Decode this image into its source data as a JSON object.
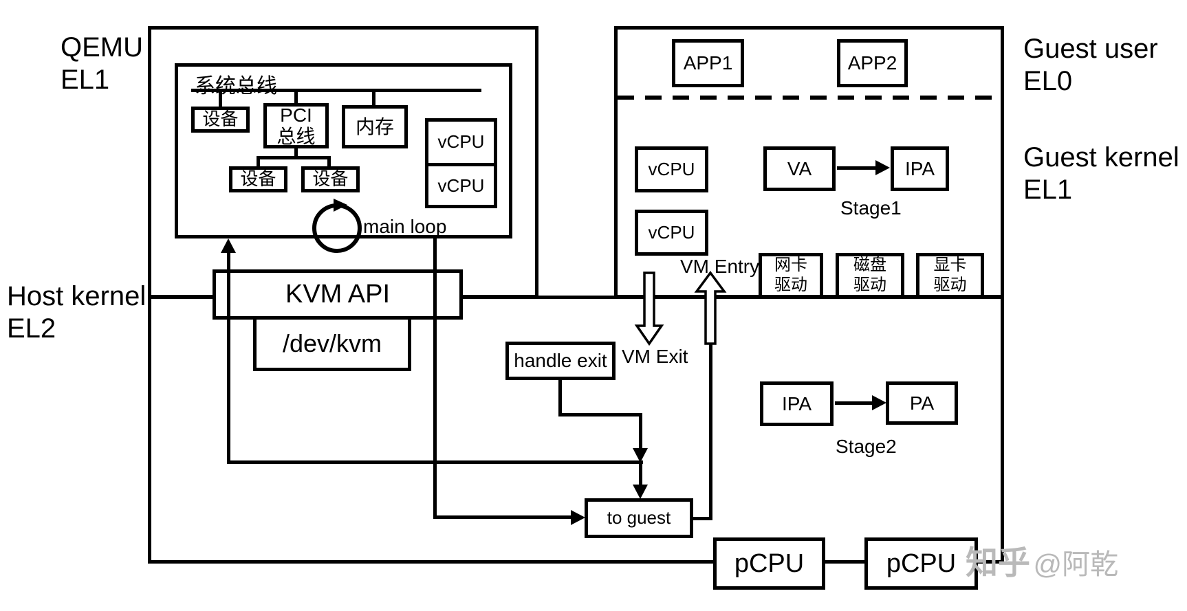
{
  "regions": {
    "qemu": {
      "line1": "QEMU",
      "line2": "EL1"
    },
    "host_kernel": {
      "line1": "Host kernel",
      "line2": "EL2"
    },
    "guest_user": {
      "line1": "Guest user",
      "line2": "EL0"
    },
    "guest_kernel": {
      "line1": "Guest kernel",
      "line2": "EL1"
    }
  },
  "qemu": {
    "system_bus_label": "系统总线",
    "device1": "设备",
    "pci_line1": "PCI",
    "pci_line2": "总线",
    "memory": "内存",
    "device2": "设备",
    "device3": "设备",
    "vcpu1": "vCPU",
    "vcpu2": "vCPU",
    "main_loop": "main loop"
  },
  "kvm": {
    "api": "KVM API",
    "dev_node": "/dev/kvm",
    "handle_exit": "handle exit",
    "to_guest": "to guest",
    "vm_exit": "VM Exit",
    "vm_entry": "VM Entry"
  },
  "guest": {
    "app1": "APP1",
    "app2": "APP2",
    "vcpu1": "vCPU",
    "vcpu2": "vCPU",
    "va": "VA",
    "ipa": "IPA",
    "stage1": "Stage1",
    "drivers": [
      {
        "line1": "网卡",
        "line2": "驱动"
      },
      {
        "line1": "磁盘",
        "line2": "驱动"
      },
      {
        "line1": "显卡",
        "line2": "驱动"
      }
    ]
  },
  "host": {
    "ipa": "IPA",
    "pa": "PA",
    "stage2": "Stage2",
    "pcpu1": "pCPU",
    "pcpu2": "pCPU"
  },
  "watermark": {
    "brand": "知乎",
    "handle": "@阿乾",
    "color": "#b9b9b9"
  },
  "colors": {
    "line": "#000000",
    "background": "#ffffff"
  }
}
